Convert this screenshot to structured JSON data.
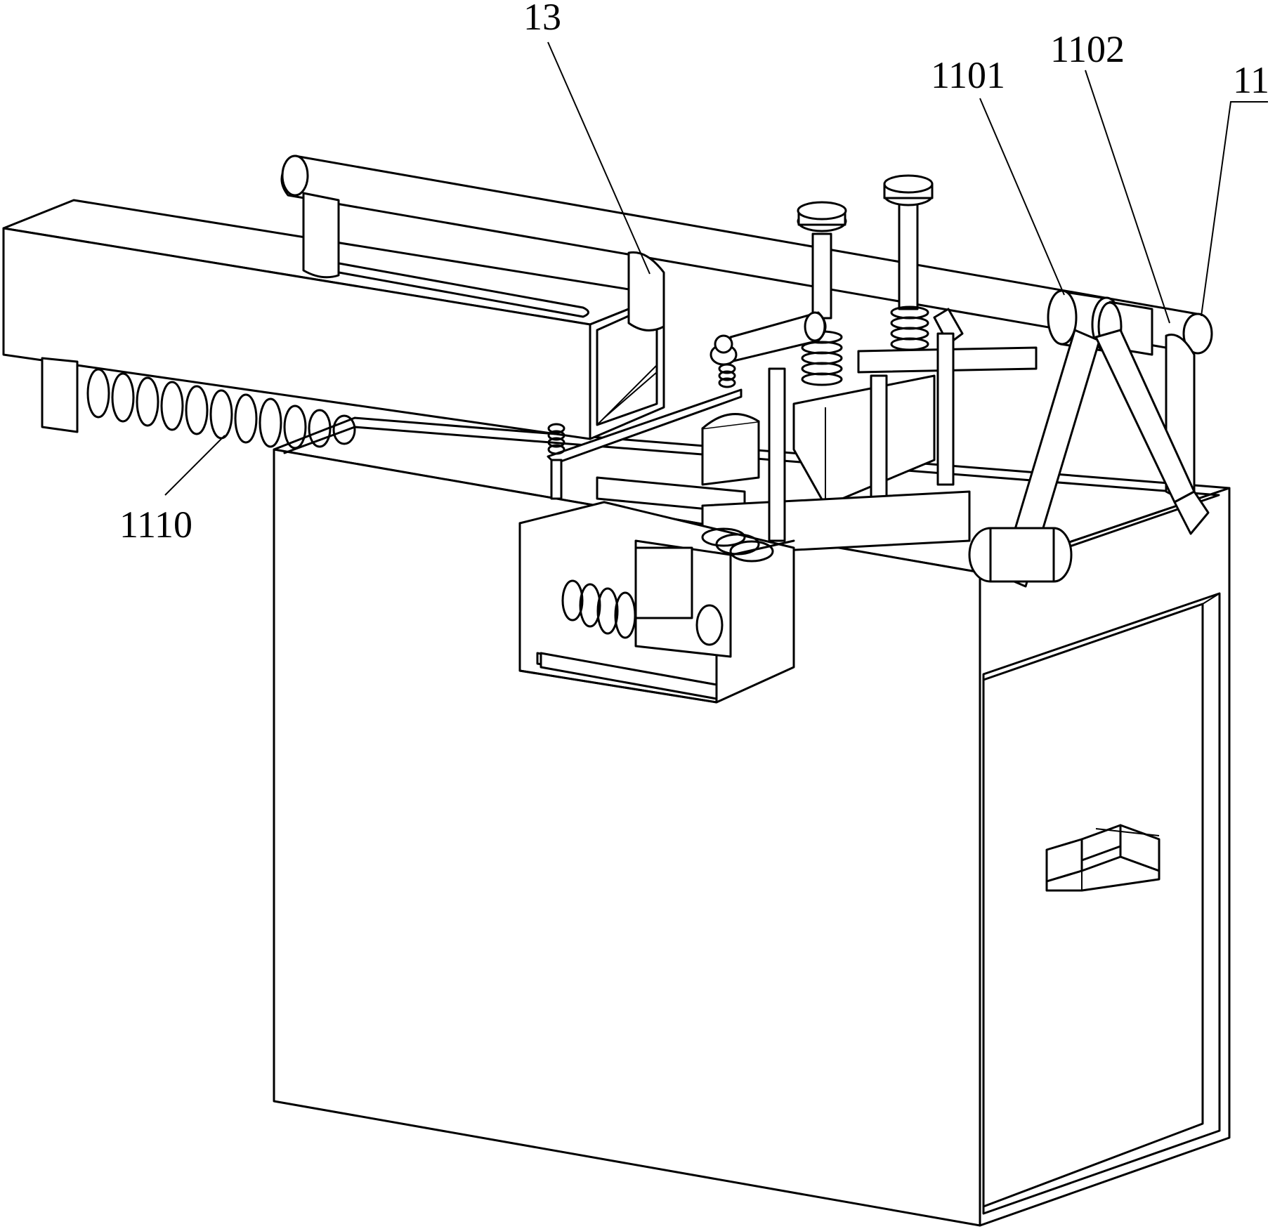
{
  "figure": {
    "labels": {
      "part_13": "13",
      "part_1101": "1101",
      "part_1102": "1102",
      "part_11": "11",
      "part_1110": "1110"
    },
    "line_color": "#000000",
    "background_color": "#ffffff"
  }
}
